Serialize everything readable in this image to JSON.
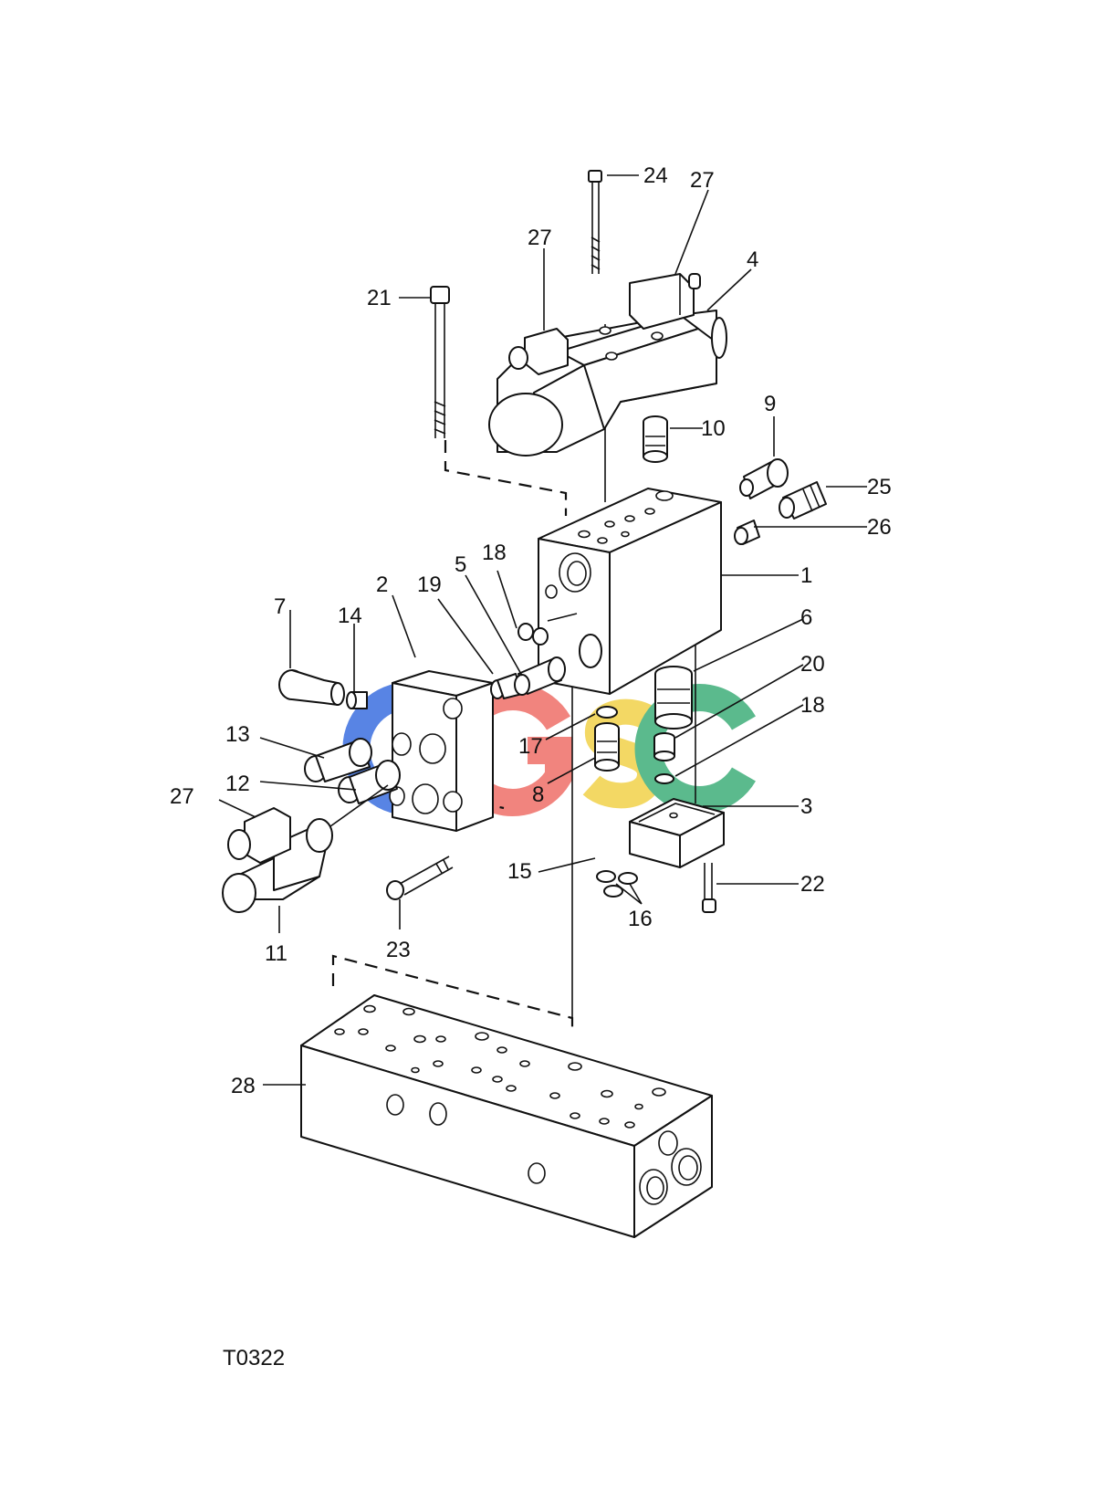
{
  "drawing": {
    "code": "T0322",
    "watermark": {
      "letters": [
        "C",
        "G",
        "S",
        "C"
      ],
      "colors": [
        "#3b6fe0",
        "#ef6f68",
        "#f2d24a",
        "#3fae7a"
      ]
    },
    "callouts": [
      "1",
      "2",
      "3",
      "4",
      "5",
      "6",
      "7",
      "8",
      "9",
      "10",
      "11",
      "12",
      "13",
      "14",
      "15",
      "16",
      "17",
      "18",
      "18",
      "19",
      "20",
      "21",
      "22",
      "23",
      "24",
      "25",
      "26",
      "27",
      "27",
      "27",
      "28"
    ]
  }
}
